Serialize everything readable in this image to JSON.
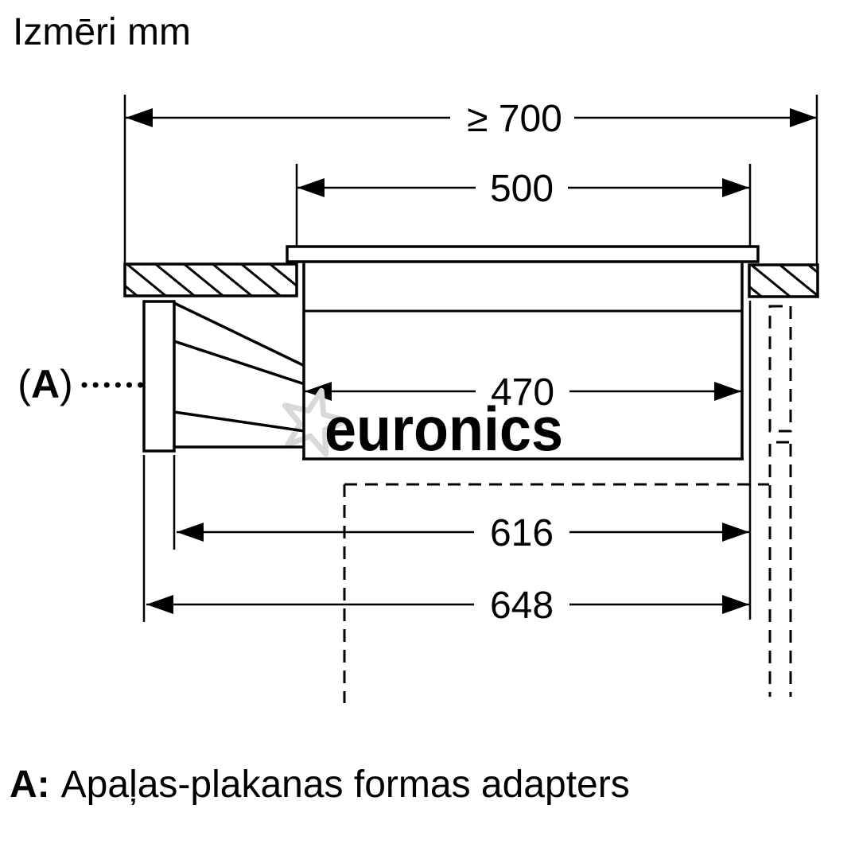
{
  "title": "Izmēri mm",
  "watermark": {
    "text": "euronics"
  },
  "dimensions": {
    "min_width": "≥ 700",
    "cutout_width": "500",
    "body_width": "470",
    "depth_inner": "616",
    "depth_outer": "648"
  },
  "callout": {
    "open": "(",
    "letter": "A",
    "close": ")"
  },
  "footnote": {
    "prefix": "A:",
    "text": "Apaļas-plakanas formas adapters"
  },
  "colors": {
    "line": "#000000",
    "watermark": "#d8d8d8",
    "background": "#ffffff"
  }
}
